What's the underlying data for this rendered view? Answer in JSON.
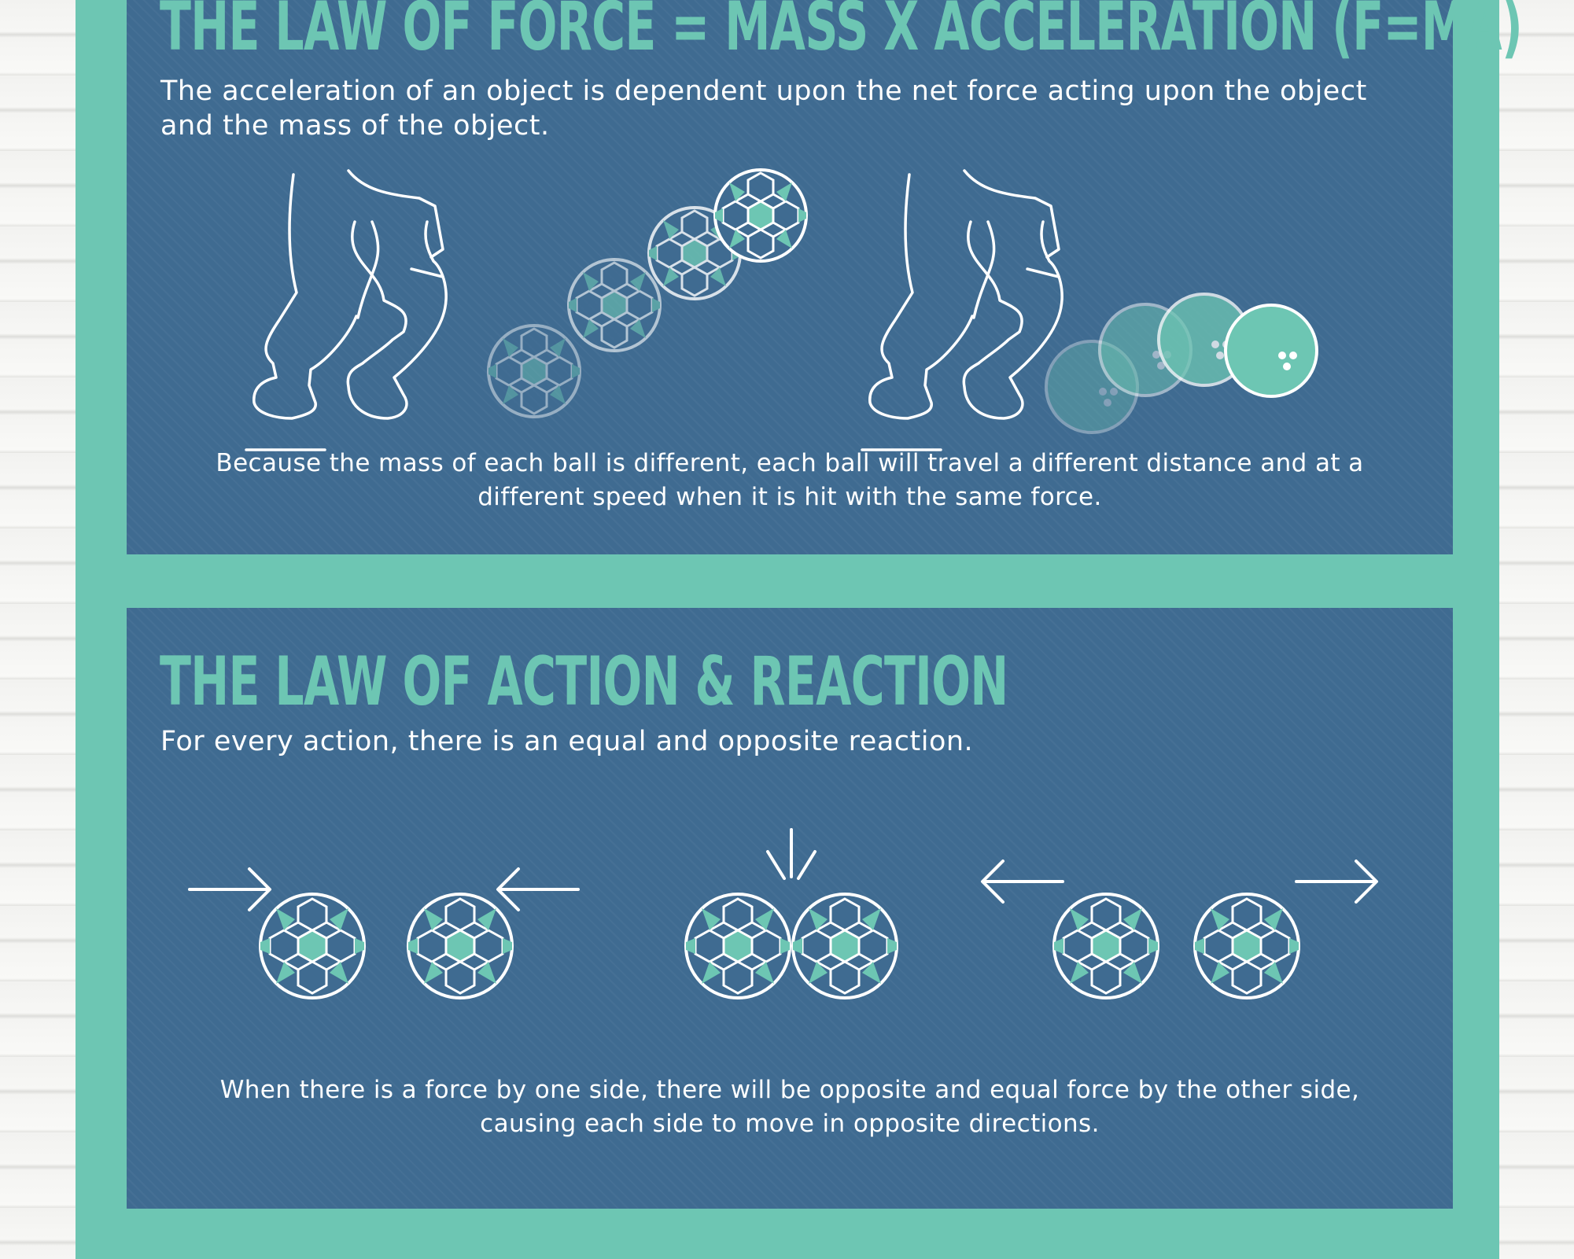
{
  "colors": {
    "background": "#f4f4f2",
    "frame": "#6dc6b3",
    "panel": "#3f6b91",
    "accent": "#6dc6b3",
    "text": "#ffffff"
  },
  "sections": [
    {
      "heading": "THE LAW OF FORCE = MASS X ACCELERATION (F=MA)",
      "lead": "The acceleration of an object is dependent upon the net force acting upon the object and the mass of the object.",
      "caption": "Because the mass of each ball is different, each ball will travel a different distance and at a different speed when it is hit with the same force.",
      "illustrations": [
        "kicking-leg-icon",
        "soccer-ball-icon",
        "bowling-ball-icon"
      ]
    },
    {
      "heading": "THE LAW OF ACTION & REACTION",
      "lead": "For every action, there is an equal and opposite reaction.",
      "caption": "When there is a force by one side, there will be opposite and equal force by the other side, causing each side to move in opposite directions.",
      "illustrations": [
        "arrow-right-icon",
        "arrow-left-icon",
        "soccer-ball-icon",
        "impact-lines-icon"
      ]
    }
  ]
}
